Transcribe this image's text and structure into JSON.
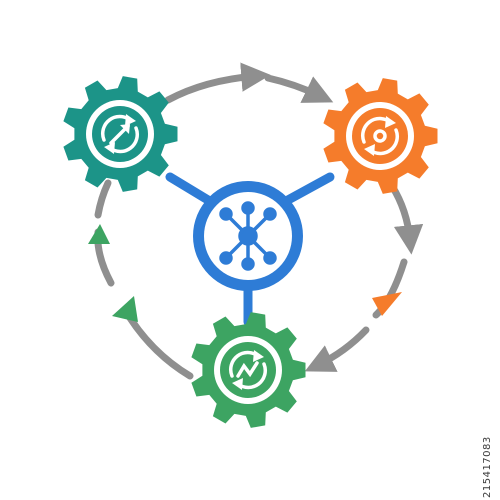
{
  "image_code": "215417083",
  "colors": {
    "teal": "#1C9488",
    "orange": "#F57C2B",
    "green": "#3DA462",
    "blue": "#2E7CD6",
    "gray": "#8F8F8F",
    "white": "#FFFFFF"
  },
  "nodes": [
    {
      "name": "teal-gear",
      "color": "teal",
      "icon": "refresh-upright-arrow-icon"
    },
    {
      "name": "orange-gear",
      "color": "orange",
      "icon": "refresh-cycle-icon"
    },
    {
      "name": "green-gear",
      "color": "green",
      "icon": "refresh-zigzag-icon"
    },
    {
      "name": "blue-hub",
      "color": "blue",
      "icon": "network-hub-icon"
    }
  ],
  "flow": [
    "teal-gear",
    "orange-gear",
    "green-gear",
    "teal-gear"
  ]
}
